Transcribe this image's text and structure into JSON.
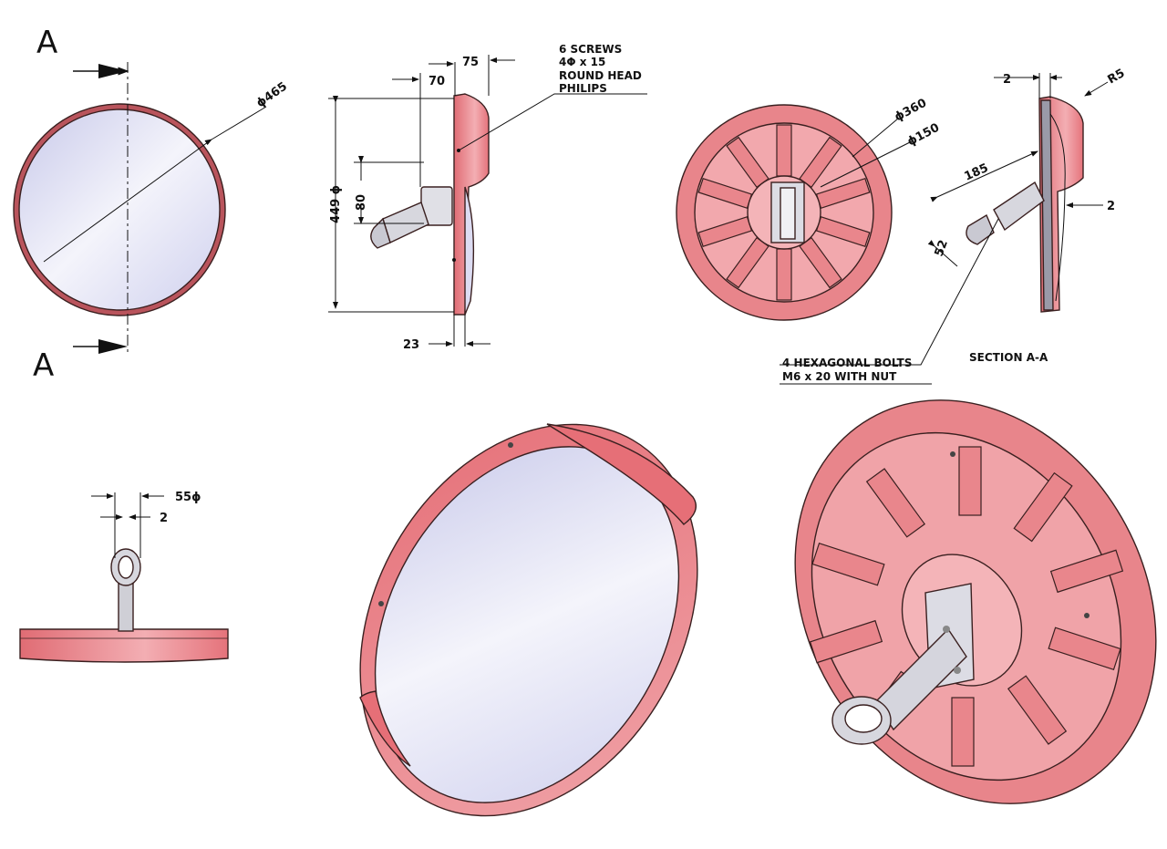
{
  "section_marks": {
    "top": "A",
    "bottom": "A",
    "section_label": "SECTION A-A"
  },
  "front_view": {
    "diameter": "ϕ465"
  },
  "side_view": {
    "d70": "70",
    "d75": "75",
    "d80": "80",
    "d449": "449 ϕ",
    "d23": "23",
    "screws_note": [
      "6 SCREWS",
      "4Φ x 15",
      "ROUND HEAD",
      "PHILIPS"
    ]
  },
  "rear_view": {
    "d360": "ϕ360",
    "d150": "ϕ150"
  },
  "section_view": {
    "d2_top": "2",
    "r5": "R5",
    "d185": "185",
    "d2_right": "2",
    "d52": "52"
  },
  "bolts_note": [
    "4 HEXAGONAL BOLTS",
    "M6 x 20 WITH NUT"
  ],
  "top_view": {
    "d55": "55ϕ",
    "d2": "2"
  },
  "colors": {
    "body": "#e77a80",
    "body_light": "#f3b0b3",
    "mirror": "#d9daf0",
    "metal": "#c8c8d0"
  }
}
